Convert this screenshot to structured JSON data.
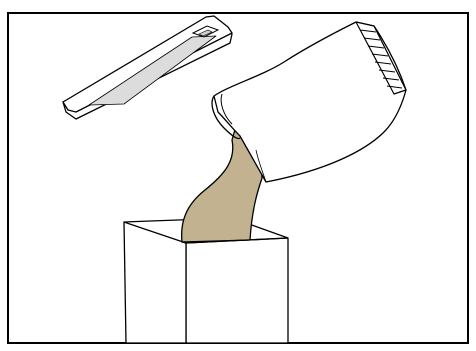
{
  "figure": {
    "colors": {
      "background": "#ffffff",
      "outline": "#000000",
      "powder": "#c2b28f",
      "lid_inner": "#dcdcdc"
    },
    "parts": {
      "lid": "container-lid",
      "bag": "pouring-bag",
      "powder": "powder-stream",
      "box": "receiving-box"
    }
  }
}
